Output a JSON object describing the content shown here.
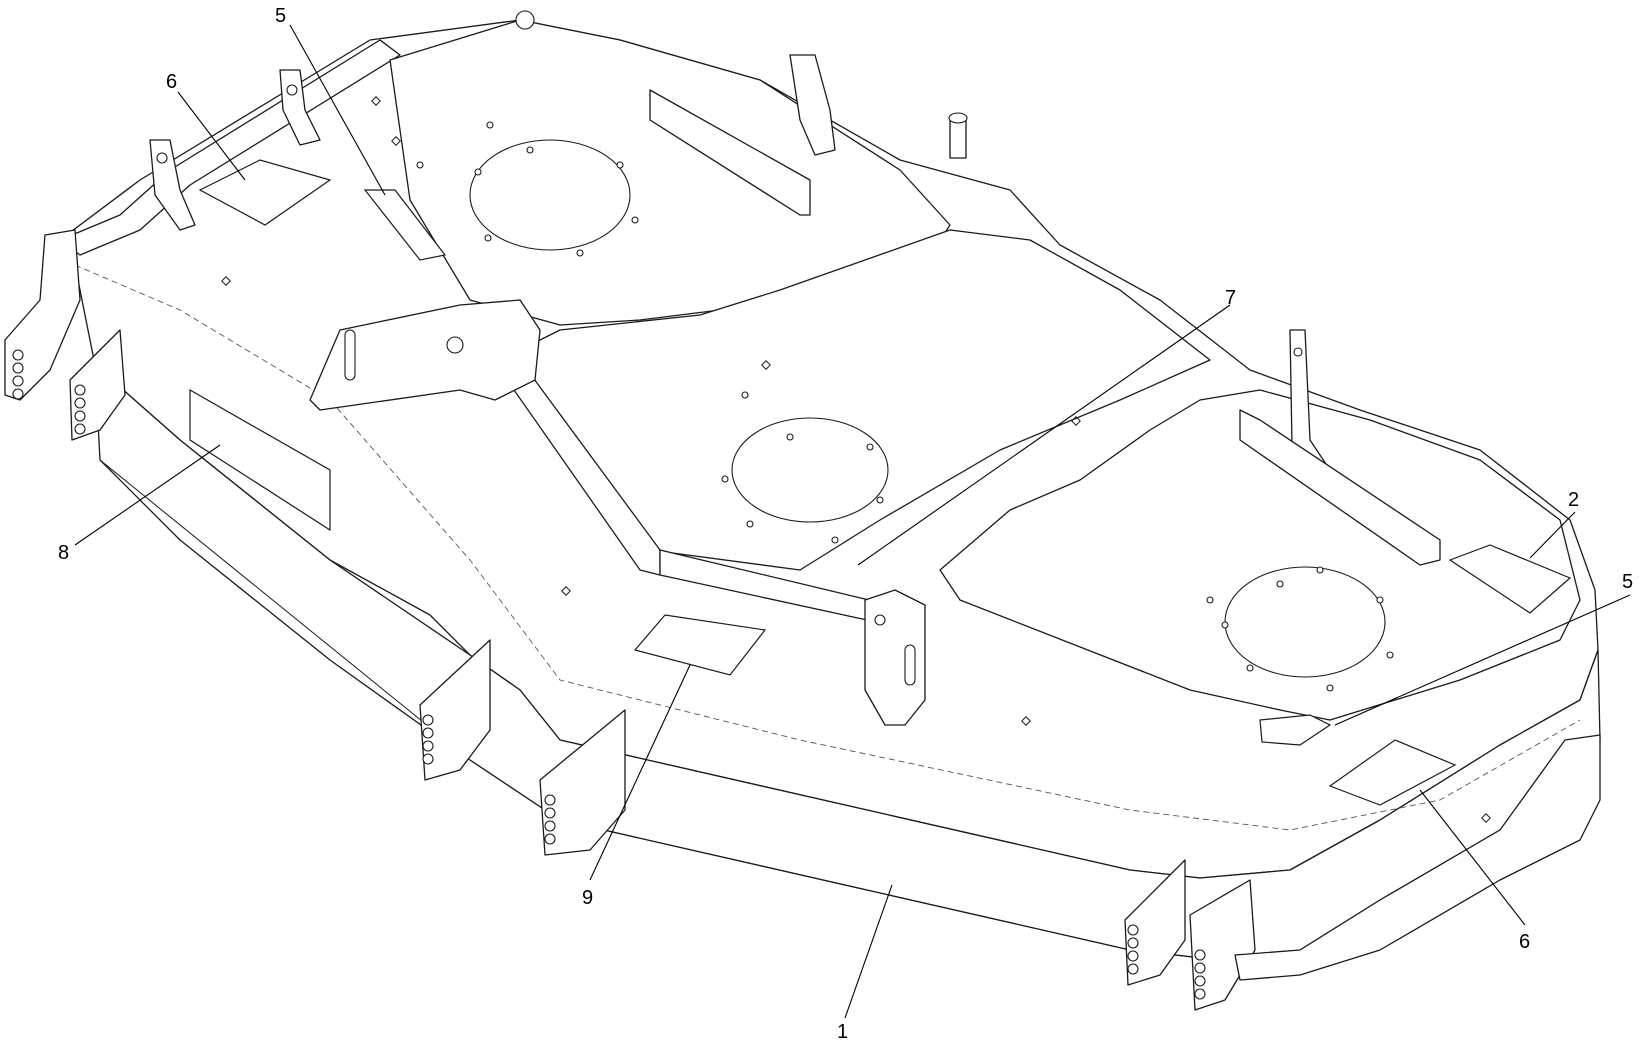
{
  "diagram": {
    "callouts": [
      {
        "id": "c1",
        "label": "1"
      },
      {
        "id": "c2",
        "label": "2"
      },
      {
        "id": "c5a",
        "label": "5"
      },
      {
        "id": "c5b",
        "label": "5"
      },
      {
        "id": "c6a",
        "label": "6"
      },
      {
        "id": "c6b",
        "label": "6"
      },
      {
        "id": "c7",
        "label": "7"
      },
      {
        "id": "c8",
        "label": "8"
      },
      {
        "id": "c9",
        "label": "9"
      }
    ]
  }
}
